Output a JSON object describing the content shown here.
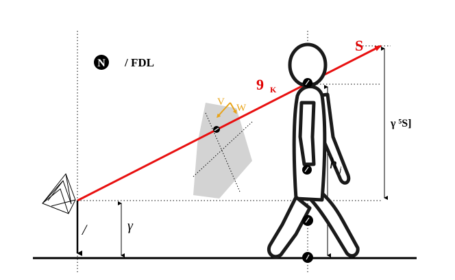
{
  "labels": {
    "legend_marker": "N",
    "legend_text": "/ FDL",
    "ray_end": "S",
    "ray_label": "9",
    "ray_label_sub": "K",
    "plane_v": "V",
    "plane_w": "W",
    "height_diff": "γ ⁵S]",
    "camera_height_symbol": "/",
    "camera_height_gamma": "γ",
    "joint_height": "h",
    "joint_height_sub": "j"
  },
  "colors": {
    "ray": "#e81010",
    "label_red": "#e00000",
    "plane_fill": "#d3d3d3",
    "arrow_orange": "#e8a317",
    "figure": "#1a1a1a"
  }
}
